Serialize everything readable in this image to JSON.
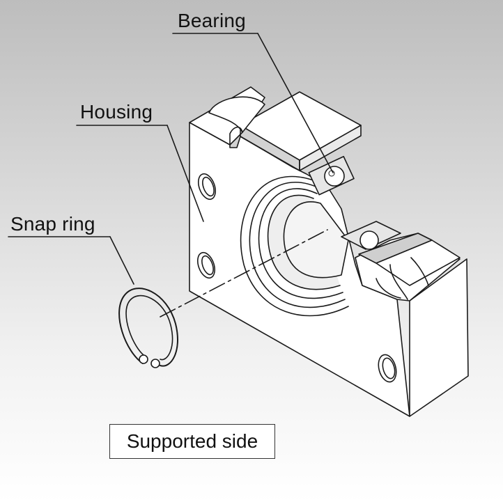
{
  "labels": {
    "bearing": "Bearing",
    "housing": "Housing",
    "snap_ring": "Snap ring"
  },
  "caption": "Supported side",
  "colors": {
    "line": "#1a1a1a",
    "fill": "#ffffff",
    "shade": "#d9d9d9"
  }
}
